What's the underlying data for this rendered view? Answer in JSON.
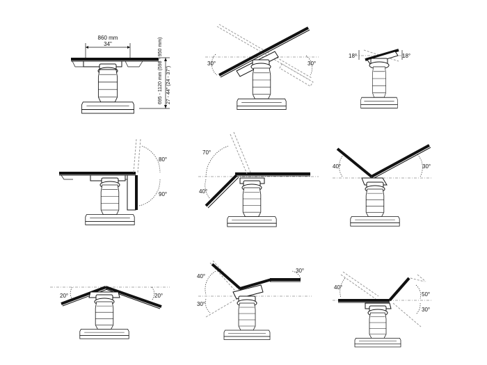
{
  "panels": {
    "p1": {
      "width_mm": "860 mm",
      "width_in": "34\"",
      "height_mm": "695 - 1120 mm (598 - 950 mm)",
      "height_in": "27 - 44\" (24 - 37\")"
    },
    "p2": {
      "left_angle": "30°",
      "right_angle": "30°"
    },
    "p3": {
      "left_angle": "18°",
      "right_angle": "18°"
    },
    "p4": {
      "upper_angle": "80°",
      "lower_angle": "90°"
    },
    "p5": {
      "upper_angle": "70°",
      "lower_angle": "40°"
    },
    "p6": {
      "left_angle": "40°",
      "right_angle": "30°"
    },
    "p7": {
      "left_angle": "20°",
      "right_angle": "20°"
    },
    "p8": {
      "upper_angle": "40°",
      "lower_angle": "30°",
      "leg_angle": "30°"
    },
    "p9": {
      "left_angle": "40°",
      "right_upper_angle": "50°",
      "right_lower_angle": "30°"
    }
  }
}
